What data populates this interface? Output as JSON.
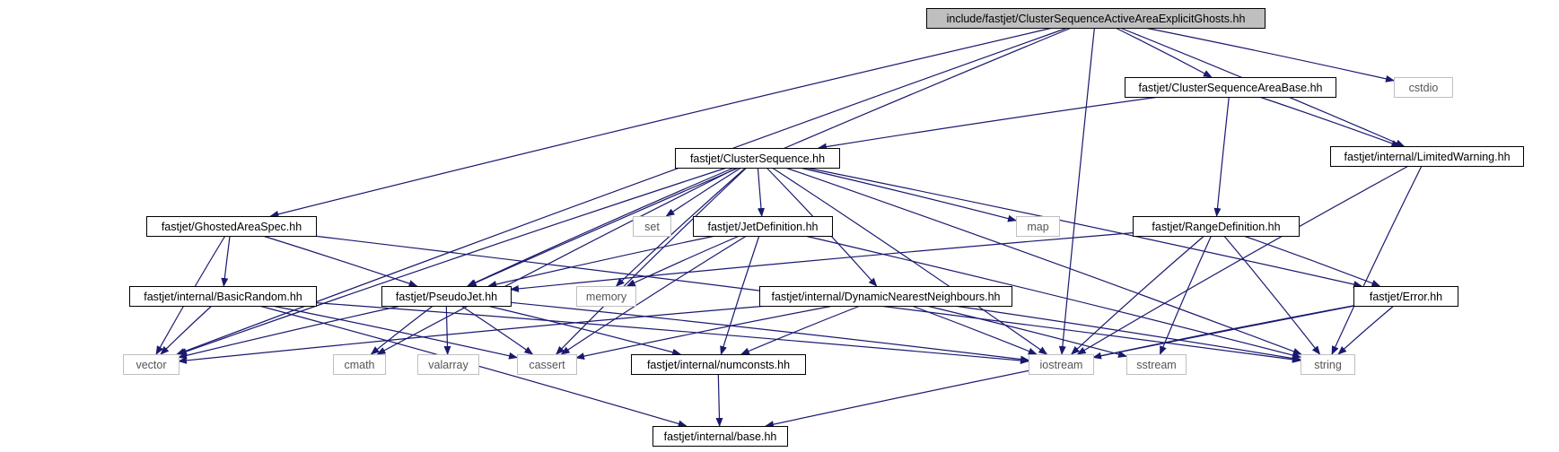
{
  "root": "include/fastjet/ClusterSequenceActiveAreaExplicitGhosts.hh",
  "colors": {
    "edge": "#191970",
    "node_border": "#000000",
    "root_fill": "#bfbfbf",
    "node_fill": "#ffffff",
    "system_header_border": "#bfbfbf",
    "system_header_text": "#555555"
  },
  "nodes": [
    {
      "id": "root",
      "label": "include/fastjet/ClusterSequenceActiveAreaExplicitGhosts.hh",
      "style": "root"
    },
    {
      "id": "casb",
      "label": "fastjet/ClusterSequenceAreaBase.hh",
      "style": "file"
    },
    {
      "id": "cstdio",
      "label": "cstdio",
      "style": "system"
    },
    {
      "id": "cs",
      "label": "fastjet/ClusterSequence.hh",
      "style": "file"
    },
    {
      "id": "lw",
      "label": "fastjet/internal/LimitedWarning.hh",
      "style": "file"
    },
    {
      "id": "gas",
      "label": "fastjet/GhostedAreaSpec.hh",
      "style": "file"
    },
    {
      "id": "set",
      "label": "set",
      "style": "system"
    },
    {
      "id": "jd",
      "label": "fastjet/JetDefinition.hh",
      "style": "file"
    },
    {
      "id": "map",
      "label": "map",
      "style": "system"
    },
    {
      "id": "rd",
      "label": "fastjet/RangeDefinition.hh",
      "style": "file"
    },
    {
      "id": "br",
      "label": "fastjet/internal/BasicRandom.hh",
      "style": "file"
    },
    {
      "id": "pj",
      "label": "fastjet/PseudoJet.hh",
      "style": "file"
    },
    {
      "id": "memory",
      "label": "memory",
      "style": "system"
    },
    {
      "id": "dnn",
      "label": "fastjet/internal/DynamicNearestNeighbours.hh",
      "style": "file"
    },
    {
      "id": "err",
      "label": "fastjet/Error.hh",
      "style": "file"
    },
    {
      "id": "vector",
      "label": "vector",
      "style": "system"
    },
    {
      "id": "cmath",
      "label": "cmath",
      "style": "system"
    },
    {
      "id": "valarray",
      "label": "valarray",
      "style": "system"
    },
    {
      "id": "cassert",
      "label": "cassert",
      "style": "system"
    },
    {
      "id": "numconsts",
      "label": "fastjet/internal/numconsts.hh",
      "style": "file"
    },
    {
      "id": "iostream",
      "label": "iostream",
      "style": "system"
    },
    {
      "id": "sstream",
      "label": "sstream",
      "style": "system"
    },
    {
      "id": "string",
      "label": "string",
      "style": "system"
    },
    {
      "id": "base",
      "label": "fastjet/internal/base.hh",
      "style": "file"
    }
  ],
  "edges": [
    {
      "from": "root",
      "to": "vector"
    },
    {
      "from": "root",
      "to": "gas"
    },
    {
      "from": "root",
      "to": "pj"
    },
    {
      "from": "root",
      "to": "iostream"
    },
    {
      "from": "root",
      "to": "casb"
    },
    {
      "from": "root",
      "to": "cstdio"
    },
    {
      "from": "root",
      "to": "lw"
    },
    {
      "from": "casb",
      "to": "cs"
    },
    {
      "from": "casb",
      "to": "lw"
    },
    {
      "from": "casb",
      "to": "rd"
    },
    {
      "from": "cs",
      "to": "vector"
    },
    {
      "from": "cs",
      "to": "pj"
    },
    {
      "from": "cs",
      "to": "cmath"
    },
    {
      "from": "cs",
      "to": "cassert"
    },
    {
      "from": "cs",
      "to": "memory"
    },
    {
      "from": "cs",
      "to": "set"
    },
    {
      "from": "cs",
      "to": "jd"
    },
    {
      "from": "cs",
      "to": "dnn"
    },
    {
      "from": "cs",
      "to": "iostream"
    },
    {
      "from": "cs",
      "to": "map"
    },
    {
      "from": "cs",
      "to": "err"
    },
    {
      "from": "cs",
      "to": "string"
    },
    {
      "from": "lw",
      "to": "iostream"
    },
    {
      "from": "lw",
      "to": "string"
    },
    {
      "from": "gas",
      "to": "vector"
    },
    {
      "from": "gas",
      "to": "br"
    },
    {
      "from": "gas",
      "to": "pj"
    },
    {
      "from": "gas",
      "to": "string"
    },
    {
      "from": "jd",
      "to": "pj"
    },
    {
      "from": "jd",
      "to": "memory"
    },
    {
      "from": "jd",
      "to": "cassert"
    },
    {
      "from": "jd",
      "to": "numconsts"
    },
    {
      "from": "jd",
      "to": "string"
    },
    {
      "from": "rd",
      "to": "pj"
    },
    {
      "from": "rd",
      "to": "iostream"
    },
    {
      "from": "rd",
      "to": "sstream"
    },
    {
      "from": "rd",
      "to": "string"
    },
    {
      "from": "rd",
      "to": "err"
    },
    {
      "from": "br",
      "to": "vector"
    },
    {
      "from": "br",
      "to": "cassert"
    },
    {
      "from": "br",
      "to": "iostream"
    },
    {
      "from": "br",
      "to": "base"
    },
    {
      "from": "pj",
      "to": "vector"
    },
    {
      "from": "pj",
      "to": "cmath"
    },
    {
      "from": "pj",
      "to": "valarray"
    },
    {
      "from": "pj",
      "to": "cassert"
    },
    {
      "from": "pj",
      "to": "numconsts"
    },
    {
      "from": "pj",
      "to": "iostream"
    },
    {
      "from": "dnn",
      "to": "vector"
    },
    {
      "from": "dnn",
      "to": "cassert"
    },
    {
      "from": "dnn",
      "to": "numconsts"
    },
    {
      "from": "dnn",
      "to": "iostream"
    },
    {
      "from": "dnn",
      "to": "sstream"
    },
    {
      "from": "dnn",
      "to": "string"
    },
    {
      "from": "err",
      "to": "iostream"
    },
    {
      "from": "err",
      "to": "string"
    },
    {
      "from": "err",
      "to": "base"
    },
    {
      "from": "numconsts",
      "to": "base"
    }
  ]
}
